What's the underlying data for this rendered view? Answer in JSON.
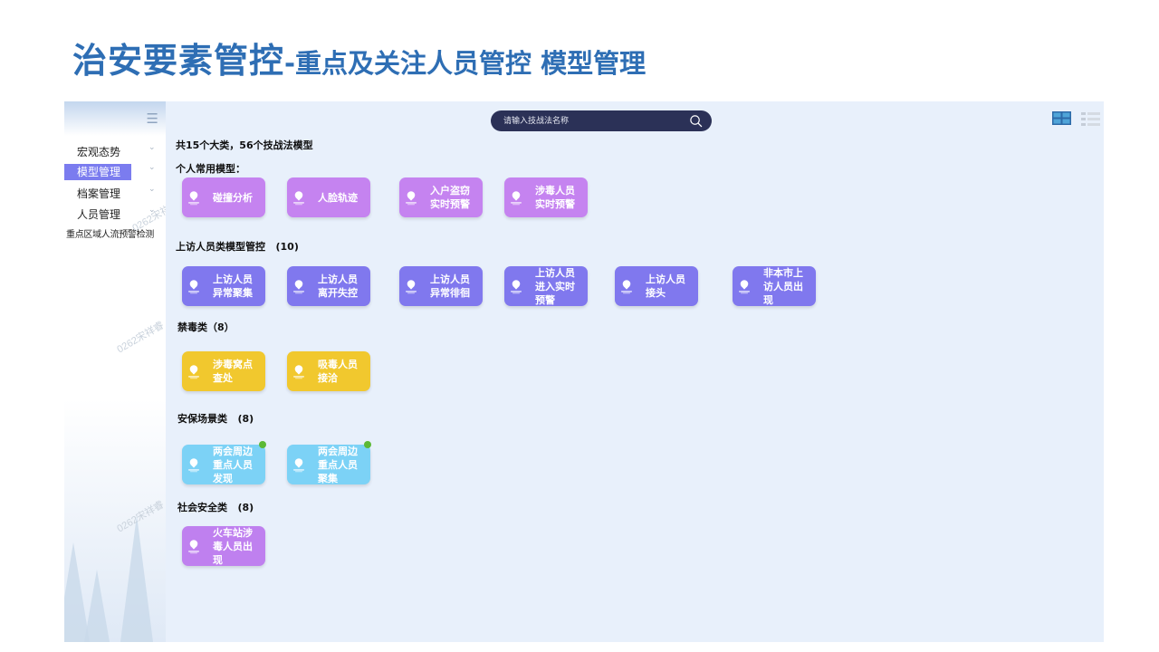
{
  "page": {
    "title_main": "治安要素管控",
    "title_sub": "-重点及关注人员管控 模型管理"
  },
  "sidebar": {
    "items": [
      {
        "label": "宏观态势"
      },
      {
        "label": "模型管理",
        "active": true
      },
      {
        "label": "档案管理"
      },
      {
        "label": "人员管理"
      }
    ],
    "sub_item": "重点区域人流预警检测",
    "watermark": "0262宋祥睿"
  },
  "icons": {
    "menu": "hamburger-icon",
    "chevron": "chevron-down-icon",
    "search": "search-icon",
    "grid_view": "grid-view-icon",
    "list_view": "list-view-icon",
    "card": "location-pin-icon"
  },
  "search": {
    "placeholder": "请输入技战法名称"
  },
  "summary": "共15个大类，56个技战法模型",
  "sections": [
    {
      "title": "个人常用模型：",
      "color": "#c583f0",
      "cards": [
        {
          "label": "碰撞分析"
        },
        {
          "label": "人脸轨迹"
        },
        {
          "label": "入户盗窃实时预警"
        },
        {
          "label": "涉毒人员实时预警"
        }
      ]
    },
    {
      "title": "上访人员类模型管控   (10)",
      "color": "#8078ee",
      "cards": [
        {
          "label": "上访人员异常聚集"
        },
        {
          "label": "上访人员离开失控"
        },
        {
          "label": "上访人员异常徘徊"
        },
        {
          "label": "上访人员进入实时预警"
        },
        {
          "label": "上访人员接头"
        },
        {
          "label": "非本市上访人员出现"
        }
      ]
    },
    {
      "title": "禁毒类（8）",
      "color": "#f1c82e",
      "cards": [
        {
          "label": "涉毒窝点查处"
        },
        {
          "label": "吸毒人员接洽"
        }
      ]
    },
    {
      "title": "安保场景类   (8)",
      "color": "#7cd2f6",
      "cards": [
        {
          "label": "两会周边重点人员发现",
          "status_dot": true
        },
        {
          "label": "两会周边重点人员聚集",
          "status_dot": true
        }
      ]
    },
    {
      "title": "社会安全类   (8)",
      "color": "#bf80ef",
      "cards": [
        {
          "label": "火车站涉毒人员出现"
        }
      ]
    }
  ],
  "colors": {
    "title": "#2e6eb4",
    "content_bg": "#e8f0fb",
    "search_bg": "#2b3157",
    "active_nav": "#7b7cef",
    "status_dot": "#5cb935"
  }
}
